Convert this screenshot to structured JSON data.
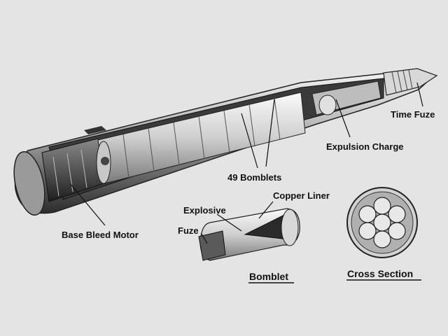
{
  "labels": {
    "time_fuze": "Time Fuze",
    "expulsion_charge": "Expulsion Charge",
    "bomblets": "49 Bomblets",
    "base_bleed_motor": "Base Bleed Motor",
    "copper_liner": "Copper Liner",
    "explosive": "Explosive",
    "fuze": "Fuze"
  },
  "titles": {
    "bomblet": "Bomblet",
    "cross_section": "Cross Section"
  }
}
